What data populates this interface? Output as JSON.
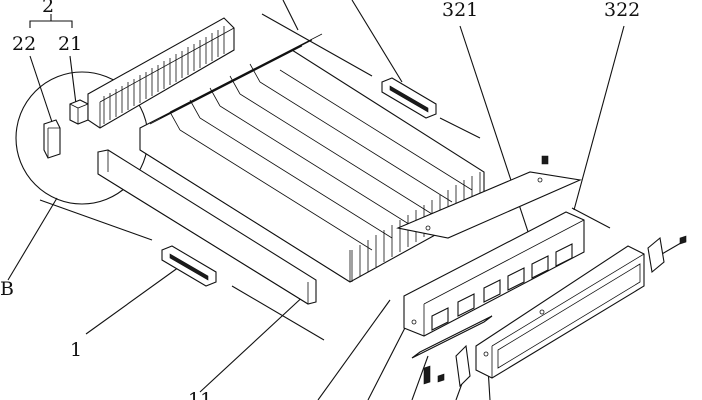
{
  "labels": {
    "l2": "2",
    "l22": "22",
    "l21": "21",
    "l321": "321",
    "l322": "322",
    "lB": "B",
    "l1": "1",
    "l11": "11"
  }
}
